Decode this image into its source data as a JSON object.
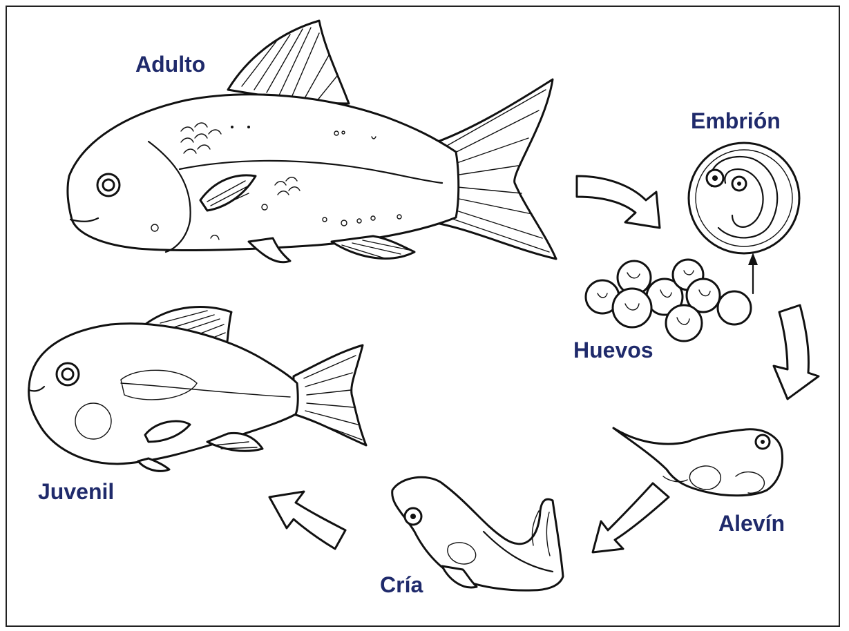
{
  "diagram": {
    "stages": {
      "adulto": "Adulto",
      "embrion": "Embrión",
      "huevos": "Huevos",
      "alevin": "Alevín",
      "cria": "Cría",
      "juvenil": "Juvenil"
    },
    "colors": {
      "label": "#1f2a6b",
      "ink": "#111111",
      "background": "#ffffff"
    }
  }
}
